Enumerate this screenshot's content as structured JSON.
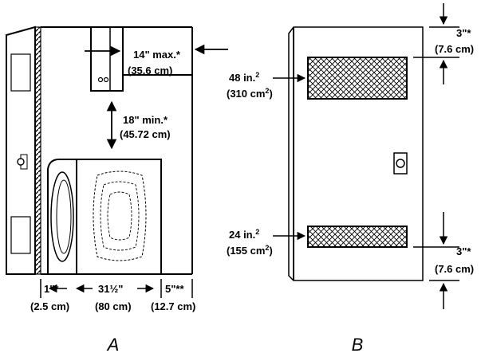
{
  "figure_a": {
    "caption": "A",
    "shelf_label": "14\" max.*",
    "shelf_label_metric": "(35.6 cm)",
    "clearance_label": "18\" min.*",
    "clearance_label_metric": "(45.72 cm)",
    "left_gap": "1\"*",
    "left_gap_metric": "(2.5 cm)",
    "width": "31½\"",
    "width_metric": "(80 cm)",
    "right_gap": "5\"**",
    "right_gap_metric": "(12.7 cm)"
  },
  "figure_b": {
    "caption": "B",
    "top_vent_area": "48 in.",
    "top_vent_area_sup": "2",
    "top_vent_area_metric": "(310 cm",
    "top_vent_area_metric_sup": "2",
    "top_vent_area_metric_close": ")",
    "bottom_vent_area": "24 in.",
    "bottom_vent_area_sup": "2",
    "bottom_vent_area_metric": "(155 cm",
    "bottom_vent_area_metric_sup": "2",
    "bottom_vent_area_metric_close": ")",
    "top_spacing": "3\"*",
    "top_spacing_metric": "(7.6 cm)",
    "bottom_spacing": "3\"*",
    "bottom_spacing_metric": "(7.6 cm)"
  }
}
